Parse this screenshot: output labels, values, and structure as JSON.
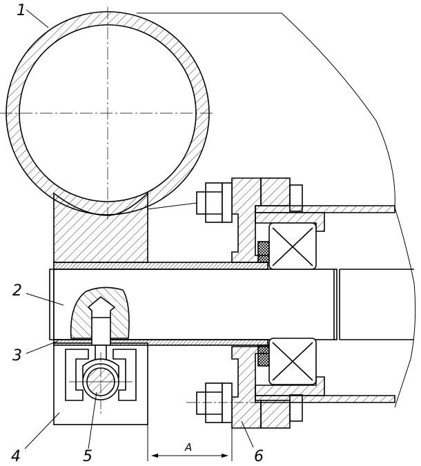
{
  "labels": {
    "pipe": "1",
    "shaft": "2",
    "bushing": "3",
    "bracket": "4",
    "pin": "5",
    "housing": "6"
  },
  "dimension": "A",
  "colors": {
    "line": "#000000",
    "paper": "#ffffff"
  }
}
